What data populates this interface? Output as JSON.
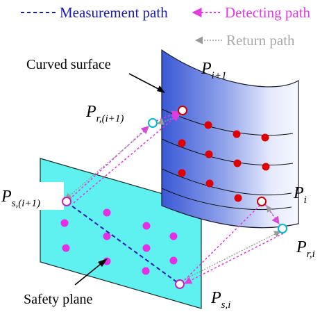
{
  "legend": {
    "measurement": "Measurement path",
    "detecting": "Detecting  path",
    "return": "Return path"
  },
  "labels": {
    "curved_surface": "Curved surface",
    "safety_plane": "Safety plane",
    "p_i1": {
      "base": "P",
      "sub": "i+1"
    },
    "p_i": {
      "base": "P",
      "sub": "i"
    },
    "p_ri1": {
      "base": "P",
      "sub": "r,(i+1)"
    },
    "p_ri": {
      "base": "P",
      "sub": "r,i"
    },
    "p_si1": {
      "base": "P",
      "sub": "s,(i+1)"
    },
    "p_si": {
      "base": "P",
      "sub": "s,i"
    }
  },
  "colors": {
    "measurement": "#1a1ab4",
    "detecting": "#e03ce0",
    "return": "#9a9a9a",
    "plane": "#5ff0f0",
    "surface_dark": "#4060d8",
    "surface_light": "#f2f4ff",
    "point_red": "#e00000",
    "point_magenta": "#e62ee6",
    "point_cyan": "#00c8d8"
  }
}
